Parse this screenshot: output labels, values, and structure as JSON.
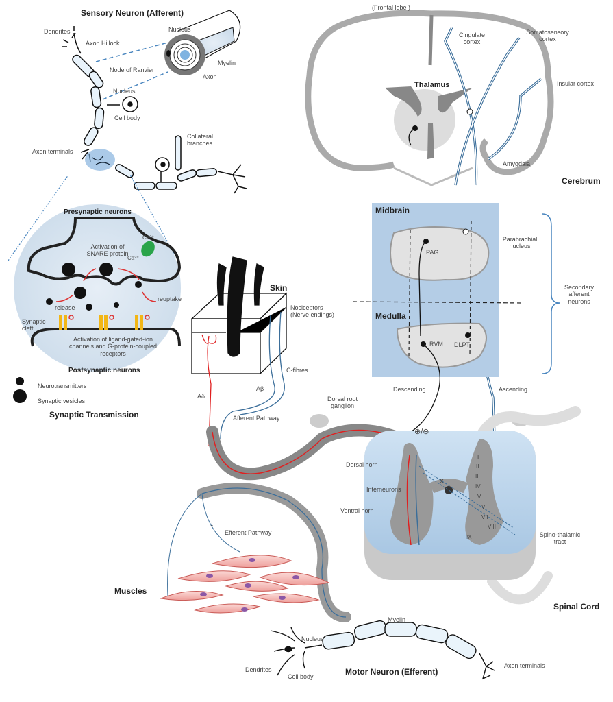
{
  "sensory_neuron": {
    "title": "Sensory Neuron (Afferent)",
    "dendrites": "Dendrites",
    "axon_hillock": "Axon Hillock",
    "node_of_ranvier": "Node of Ranvier",
    "nucleus": "Nucleus",
    "cell_body": "Cell body",
    "axon_terminals": "Axon terminals",
    "collateral_branches": "Collateral branches",
    "cross_section": {
      "nucleus": "Nucleus",
      "myelin": "Myelin",
      "axon": "Axon"
    }
  },
  "synapse": {
    "title": "Synaptic Transmission",
    "presynaptic": "Presynaptic neurons",
    "postsynaptic": "Postsynaptic neurons",
    "snare": "Activation of SNARE protein",
    "ca_top": "Ca²⁺",
    "ca_bottom": "Ca²⁺",
    "release": "release",
    "reuptake": "reuptake",
    "synaptic_cleft": "Synaptic cleft",
    "receptors": "Activation of ligand-gated-ion channels and G-protein-coupled receptors",
    "legend": [
      {
        "icon": "neurotransmitter-icon",
        "label": "Neurotransmitters"
      },
      {
        "icon": "synaptic-vesicle-icon",
        "label": "Synaptic vesicles"
      }
    ]
  },
  "cerebrum": {
    "title": "Cerebrum",
    "frontal_lobe": "(Frontal lobe )",
    "thalamus": "Thalamus",
    "cingulate": "Cingulate cortex",
    "somatosensory": "Somatosensory cortex",
    "insular": "Insular cortex",
    "amygdala": "Amygdala"
  },
  "brainstem": {
    "midbrain": "Midbrain",
    "medulla": "Medulla",
    "pag": "PAG",
    "rvm": "RVM",
    "dlpt": "DLPT",
    "parabrachial": "Parabrachial nucleus",
    "secondary": "Secondary afferent neurons",
    "descending": "Descending",
    "ascending": "Ascending"
  },
  "skin": {
    "title": "Skin",
    "nociceptors": "Nociceptors (Nerve endings)",
    "c_fibres": "C-fibres",
    "a_delta": "Aδ",
    "a_beta": "Aβ",
    "afferent_pathway": "Afferent Pathway"
  },
  "spinal_cord": {
    "title": "Spinal Cord",
    "dorsal_root_ganglion": "Dorsal root ganglion",
    "dorsal_horn": "Dorsal horn",
    "interneurons": "Interneurons",
    "ventral_horn": "Ventral horn",
    "modulation": "⊕/⊖",
    "central_canal": "X",
    "laminae": [
      "I",
      "II",
      "III",
      "IV",
      "V",
      "VI",
      "VII",
      "VIII",
      "IX"
    ],
    "spinothalamic": "Spino-thalamic tract"
  },
  "muscles": {
    "title": "Muscles",
    "efferent_pathway": "Efferent Pathway"
  },
  "motor_neuron": {
    "title": "Motor Neuron (Efferent)",
    "myelin": "Myelin",
    "nucleus": "Nucleus",
    "dendrites": "Dendrites",
    "cell_body": "Cell body",
    "axon_terminals": "Axon terminals"
  },
  "colors": {
    "nerve_blue": "#3b6e9a",
    "afferent_red": "#e02020",
    "brainstem_bg": "#b4cde6",
    "grey_matter": "#9a9a9a",
    "muscle_pink": "#f3b6b3"
  }
}
